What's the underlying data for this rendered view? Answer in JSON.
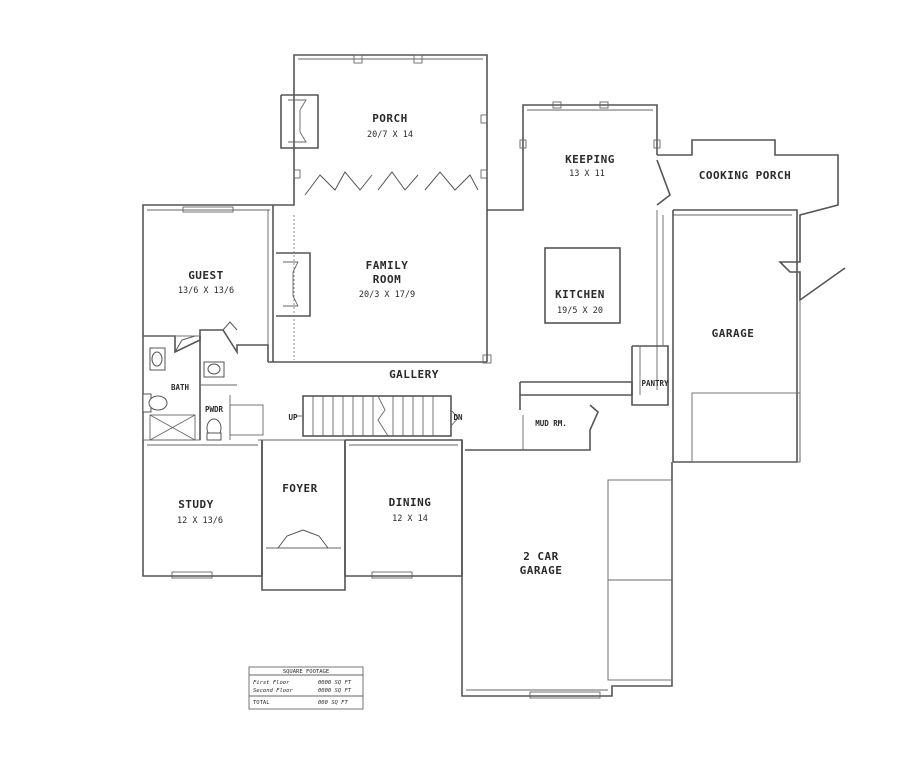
{
  "rooms": {
    "porch": {
      "name": "PORCH",
      "dims": "20/7 X 14"
    },
    "keeping": {
      "name": "KEEPING",
      "dims": "13 X 11"
    },
    "cooking_porch": {
      "name": "COOKING PORCH"
    },
    "guest": {
      "name": "GUEST",
      "dims": "13/6 X 13/6"
    },
    "family": {
      "name_line1": "FAMILY",
      "name_line2": "ROOM",
      "dims": "20/3 X 17/9"
    },
    "kitchen": {
      "name": "KITCHEN",
      "dims": "19/5 X 20"
    },
    "garage": {
      "name": "GARAGE"
    },
    "bath": {
      "name": "BATH"
    },
    "gallery": {
      "name": "GALLERY"
    },
    "pantry": {
      "name": "PANTRY"
    },
    "powder": {
      "name": "PWDR"
    },
    "mud_rm": {
      "name": "MUD RM."
    },
    "study": {
      "name": "STUDY",
      "dims": "12 X 13/6"
    },
    "foyer": {
      "name": "FOYER"
    },
    "dining": {
      "name": "DINING",
      "dims": "12 X 14"
    },
    "car_garage": {
      "name_line1": "2 CAR",
      "name_line2": "GARAGE"
    }
  },
  "stairs": {
    "up": "UP",
    "down": "DN"
  },
  "area_table": {
    "title": "SQUARE FOOTAGE",
    "rows": [
      {
        "label": "First Floor",
        "value": "0000 SQ FT"
      },
      {
        "label": "Second Floor",
        "value": "0000 SQ FT"
      },
      {
        "label": "TOTAL",
        "value": "000 SQ FT"
      }
    ]
  }
}
